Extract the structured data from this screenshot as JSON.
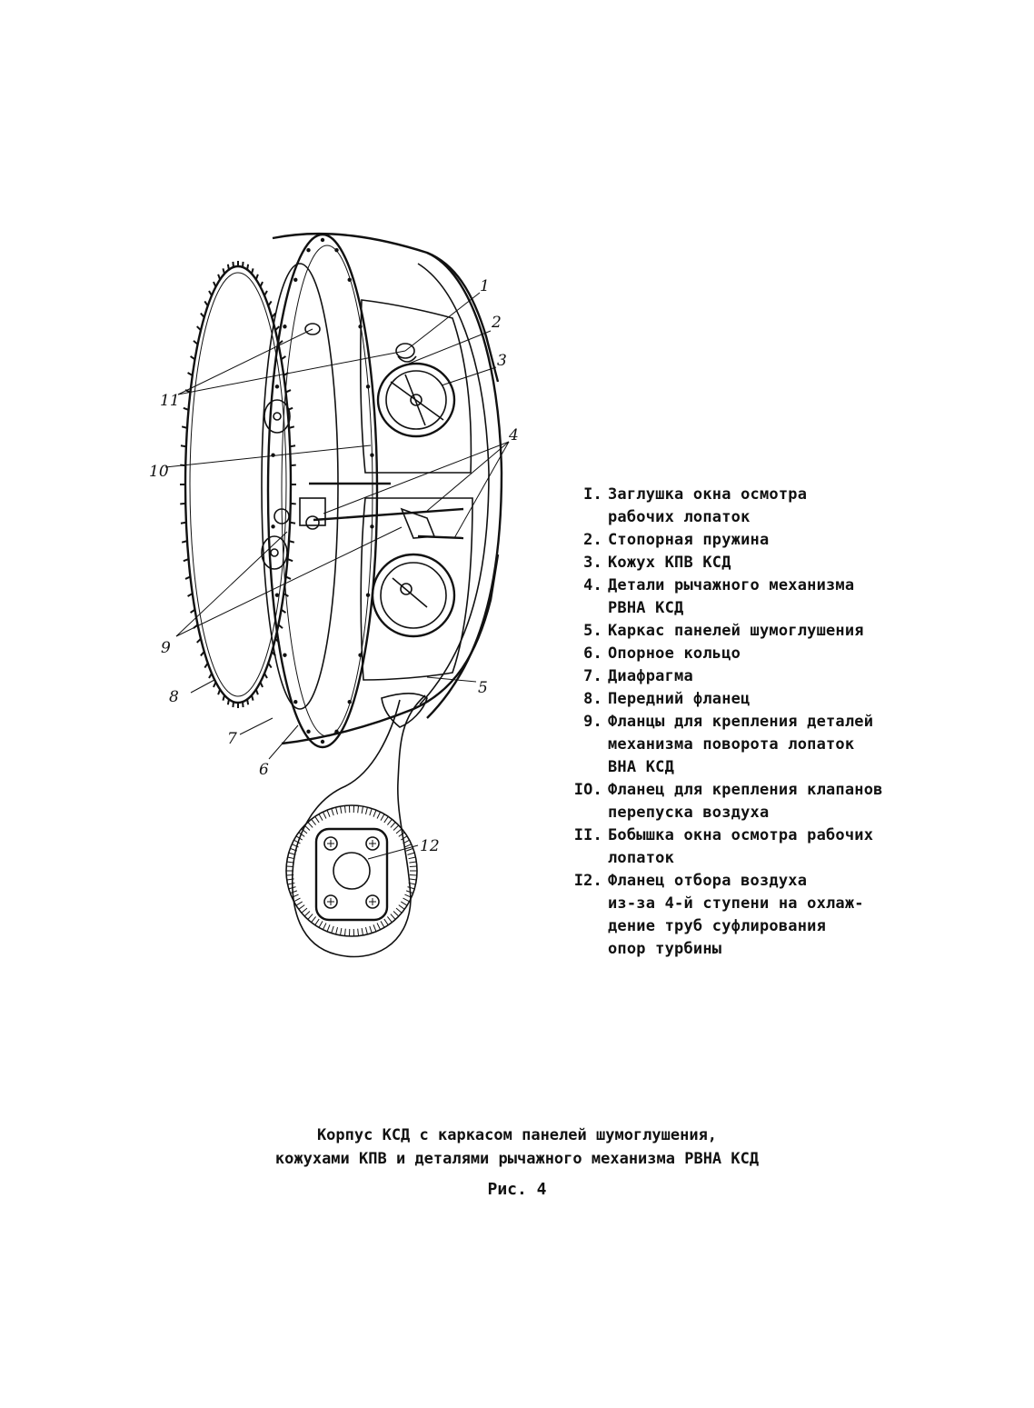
{
  "callouts": {
    "c1": "1",
    "c2": "2",
    "c3": "3",
    "c4": "4",
    "c5": "5",
    "c6": "6",
    "c7": "7",
    "c8": "8",
    "c9": "9",
    "c10": "10",
    "c11": "11",
    "c12": "12"
  },
  "legend": [
    {
      "num": "I.",
      "text": "Заглушка окна осмотра\nрабочих лопаток"
    },
    {
      "num": "2.",
      "text": "Стопорная пружина"
    },
    {
      "num": "3.",
      "text": "Кожух КПВ КСД"
    },
    {
      "num": "4.",
      "text": "Детали рычажного механизма\nРВНА КСД"
    },
    {
      "num": "5.",
      "text": "Каркас панелей шумоглушения"
    },
    {
      "num": "6.",
      "text": "Опорное кольцо"
    },
    {
      "num": "7.",
      "text": "Диафрагма"
    },
    {
      "num": "8.",
      "text": "Передний фланец"
    },
    {
      "num": "9.",
      "text": "Фланцы для крепления деталей\nмеханизма поворота лопаток\nВНА КСД"
    },
    {
      "num": "IO.",
      "text": "Фланец для крепления клапанов\nперепуска воздуха"
    },
    {
      "num": "II.",
      "text": "Бобышка окна осмотра рабочих\nлопаток"
    },
    {
      "num": "I2.",
      "text": "Фланец отбора воздуха\nиз-за 4-й ступени на охлаж-\nдение труб суфлирования\nопор турбины"
    }
  ],
  "caption": {
    "line1": "Корпус КСД с каркасом панелей шумоглушения,",
    "line2": "кожухами КПВ и деталями рычажного механизма РВНА КСД"
  },
  "figure_label": "Рис. 4"
}
